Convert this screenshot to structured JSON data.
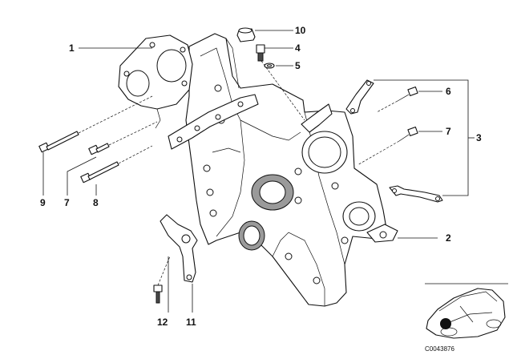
{
  "callouts": [
    {
      "id": "1",
      "text": "1"
    },
    {
      "id": "2",
      "text": "2"
    },
    {
      "id": "3",
      "text": "3"
    },
    {
      "id": "4",
      "text": "4"
    },
    {
      "id": "5",
      "text": "5"
    },
    {
      "id": "6",
      "text": "6"
    },
    {
      "id": "7a",
      "text": "7"
    },
    {
      "id": "7b",
      "text": "7"
    },
    {
      "id": "8",
      "text": "8"
    },
    {
      "id": "9",
      "text": "9"
    },
    {
      "id": "10",
      "text": "10"
    },
    {
      "id": "11",
      "text": "11"
    },
    {
      "id": "12",
      "text": "12"
    }
  ],
  "reference_code": "C0043876",
  "colors": {
    "ink": "#111111",
    "shade": "#9a9a9a",
    "background": "#ffffff"
  }
}
